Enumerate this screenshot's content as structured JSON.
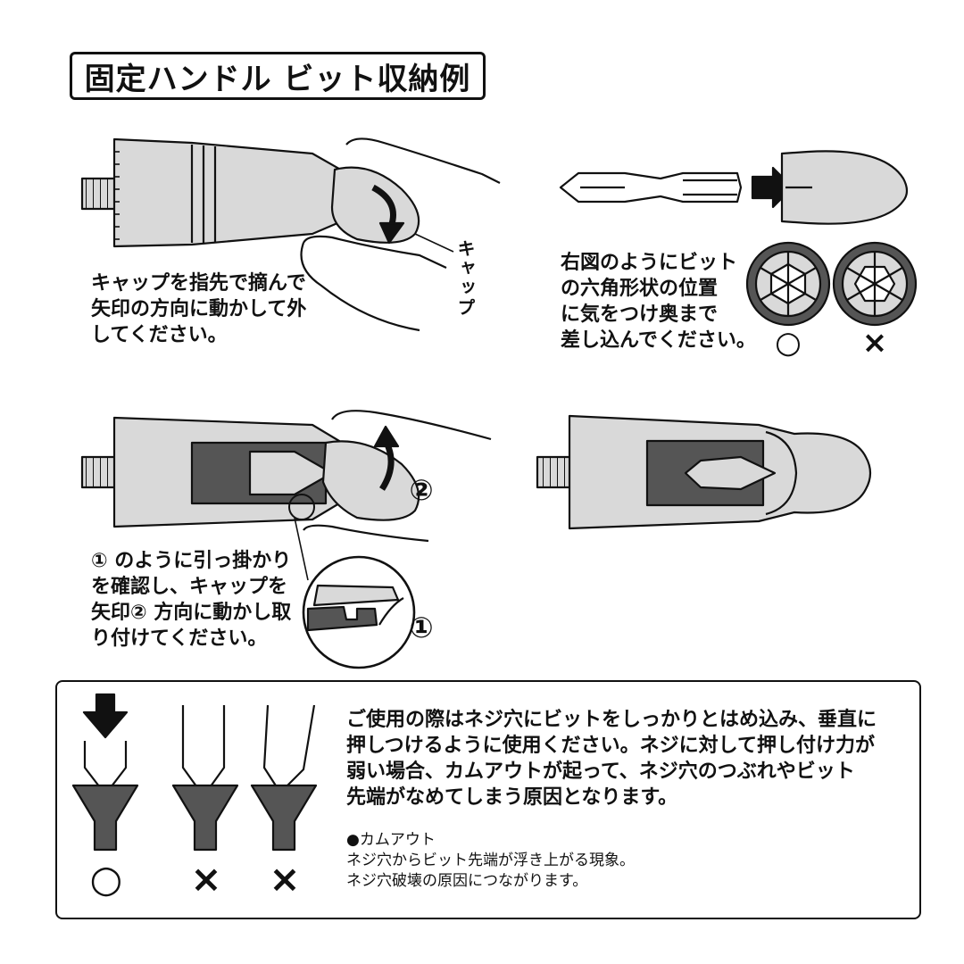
{
  "title": "固定ハンドル ビット収納例",
  "step1": {
    "lines": [
      "キャップを指先で摘んで",
      "矢印の方向に動かして外",
      "してください。"
    ],
    "cap_label": "キャップ"
  },
  "step2": {
    "lines": [
      "右図のようにビット",
      "の六角形状の位置",
      "に気をつけ奥まで",
      "差し込んでください。"
    ],
    "ok_mark": "○",
    "ng_mark": "×"
  },
  "step3": {
    "lines": [
      "① のように引っ掛かり",
      "を確認し、キャップを",
      "矢印② 方向に動かし取",
      "り付けてください。"
    ],
    "arrow_num": "②",
    "detail_num": "①"
  },
  "usage": {
    "lines": [
      "ご使用の際はネジ穴にビットをしっかりとはめ込み、垂直に",
      "押しつけるように使用ください。ネジに対して押し付け力が",
      "弱い場合、カムアウトが起って、ネジ穴のつぶれやビット",
      "先端がなめてしまう原因となります。"
    ],
    "camout_title": "●カムアウト",
    "camout_lines": [
      "ネジ穴からビット先端が浮き上がる現象。",
      "ネジ穴破壊の原因につながります。"
    ],
    "marks": [
      "○",
      "×",
      "×"
    ]
  },
  "colors": {
    "ink": "#111111",
    "body_gray": "#d9d9d9",
    "dark_gray": "#555555"
  }
}
